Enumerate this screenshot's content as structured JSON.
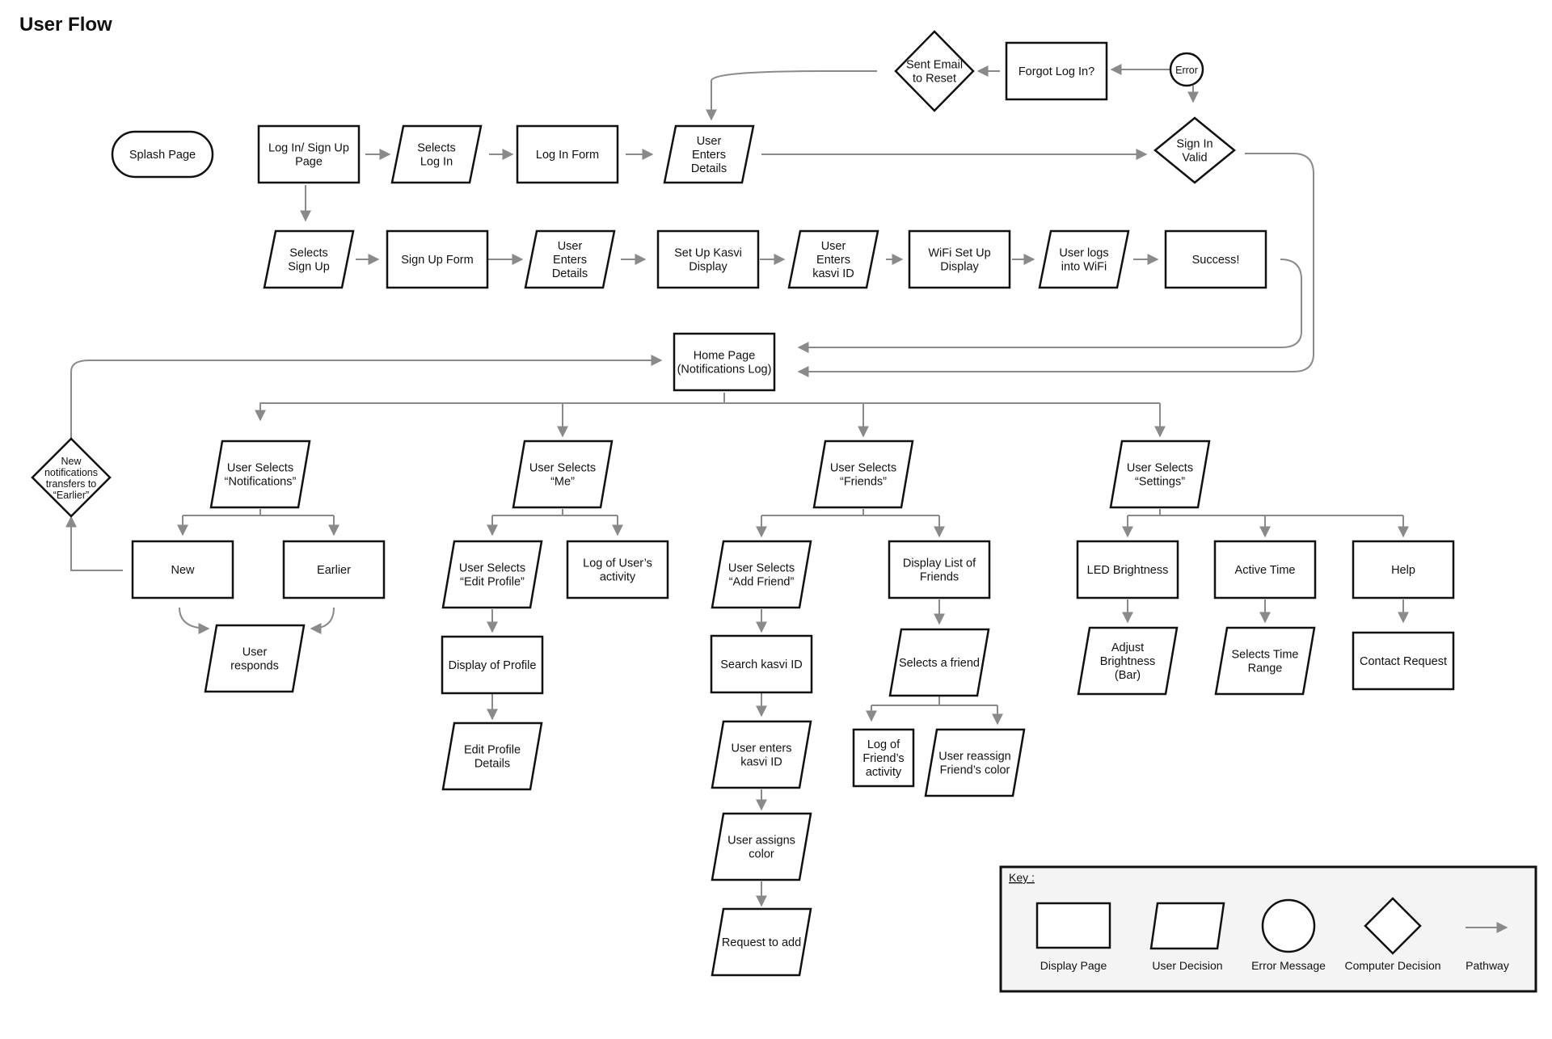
{
  "title": "User Flow",
  "nodes": {
    "splash": "Splash Page",
    "login_signup": [
      "Log In/ Sign Up",
      "Page"
    ],
    "selects_login": [
      "Selects",
      "Log In"
    ],
    "login_form": "Log In Form",
    "enters_details_login": [
      "User",
      "Enters",
      "Details"
    ],
    "sign_in_valid": [
      "Sign In",
      "Valid"
    ],
    "error": "Error",
    "forgot_login": "Forgot Log In?",
    "sent_email": [
      "Sent Email",
      "to Reset"
    ],
    "selects_signup": [
      "Selects",
      "Sign Up"
    ],
    "signup_form": "Sign Up Form",
    "enters_details_signup": [
      "User",
      "Enters",
      "Details"
    ],
    "setup_kasvi": [
      "Set Up Kasvi",
      "Display"
    ],
    "enters_kasvi_id": [
      "User",
      "Enters",
      "kasvi ID"
    ],
    "wifi_setup": [
      "WiFi Set Up",
      "Display"
    ],
    "logs_into_wifi": [
      "User logs",
      "into WiFi"
    ],
    "success": "Success!",
    "home_page": [
      "Home Page",
      "(Notifications Log)"
    ],
    "new_notifications": [
      "New",
      "notifications",
      "transfers to",
      "“Earlier”"
    ],
    "sel_notifications": [
      "User Selects",
      "“Notifications”"
    ],
    "sel_me": [
      "User Selects",
      "“Me”"
    ],
    "sel_friends": [
      "User Selects",
      "“Friends”"
    ],
    "sel_settings": [
      "User Selects",
      "“Settings”"
    ],
    "new": "New",
    "earlier": "Earlier",
    "user_responds": [
      "User",
      "responds"
    ],
    "sel_edit_profile": [
      "User Selects",
      "“Edit Profile”"
    ],
    "log_users_activity": [
      "Log of User’s",
      "activity"
    ],
    "display_profile": "Display of Profile",
    "edit_profile_details": [
      "Edit Profile",
      "Details"
    ],
    "sel_add_friend": [
      "User Selects",
      "“Add Friend”"
    ],
    "search_kasvi_id": "Search kasvi ID",
    "user_enters_kasvi_id": [
      "User enters",
      "kasvi ID"
    ],
    "user_assigns_color": [
      "User assigns",
      "color"
    ],
    "request_to_add": "Request to add",
    "display_list_friends": [
      "Display List of",
      "Friends"
    ],
    "selects_friend": "Selects a friend",
    "log_friends_activity": [
      "Log of",
      "Friend’s",
      "activity"
    ],
    "reassign_color": [
      "User reassign",
      "Friend’s color"
    ],
    "led_brightness": "LED Brightness",
    "adjust_brightness": [
      "Adjust",
      "Brightness",
      "(Bar)"
    ],
    "active_time": "Active Time",
    "selects_time_range": [
      "Selects Time",
      "Range"
    ],
    "help": "Help",
    "contact_request": "Contact Request"
  },
  "key": {
    "title": "Key :",
    "items": [
      "Display Page",
      "User Decision",
      "Error Message",
      "Computer Decision",
      "Pathway"
    ]
  },
  "colors": {
    "stroke": "#111111",
    "edge": "#8a8a8a",
    "key_background": "#f4f4f4"
  }
}
